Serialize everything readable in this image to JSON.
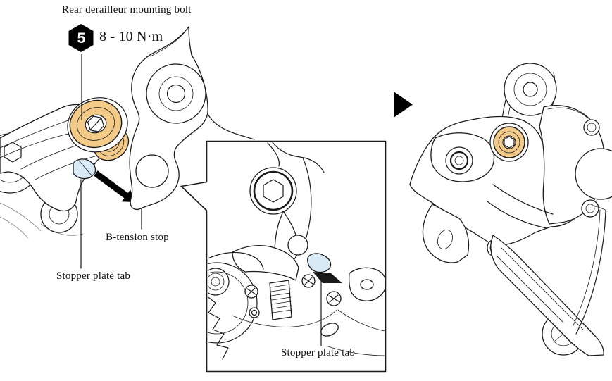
{
  "labels": {
    "mounting_bolt": "Rear derailleur mounting bolt",
    "b_tension_stop": "B-tension stop",
    "stopper_plate_tab": "Stopper plate tab",
    "stopper_plate_tab_inset": "Stopper plate tab"
  },
  "torque": {
    "step": "5",
    "value": "8 - 10 N·m"
  },
  "colors": {
    "bolt_highlight": "#F3CA87",
    "tab_highlight": "#D9EAF7",
    "badge_bg": "#000000",
    "badge_text": "#FFFFFF",
    "line": "#1A1A1A",
    "background": "#FFFFFF"
  }
}
